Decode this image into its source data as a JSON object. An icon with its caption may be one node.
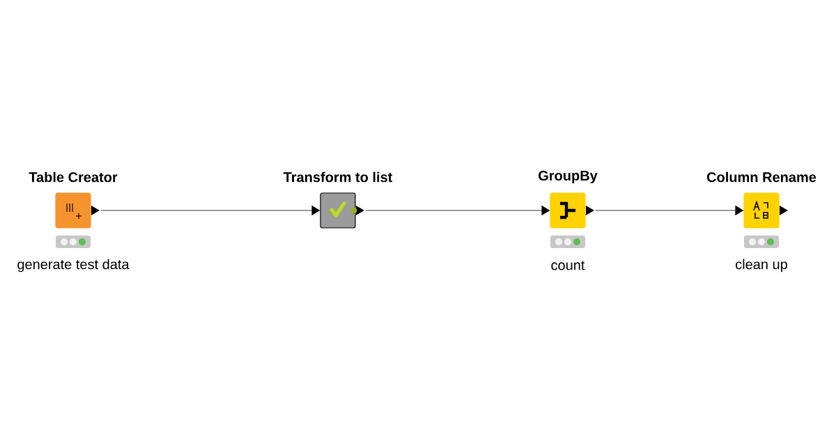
{
  "diagram": {
    "nodes": [
      {
        "text": [
          "Table Creator"
        ],
        "beside": [
          "generate test data"
        ]
      },
      {
        "text": [
          "Transform to list"
        ]
      },
      {
        "text": [
          "GroupBy"
        ],
        "beside": [
          "count"
        ]
      },
      {
        "text": [
          "Column Rename"
        ],
        "beside": [
          "clean up"
        ]
      }
    ],
    "edges": [
      {
        "from": 0,
        "to": 1,
        "arrow": "to"
      },
      {
        "from": 1,
        "to": 2,
        "arrow": "to"
      },
      {
        "from": 2,
        "to": 3,
        "arrow": "to"
      }
    ]
  }
}
